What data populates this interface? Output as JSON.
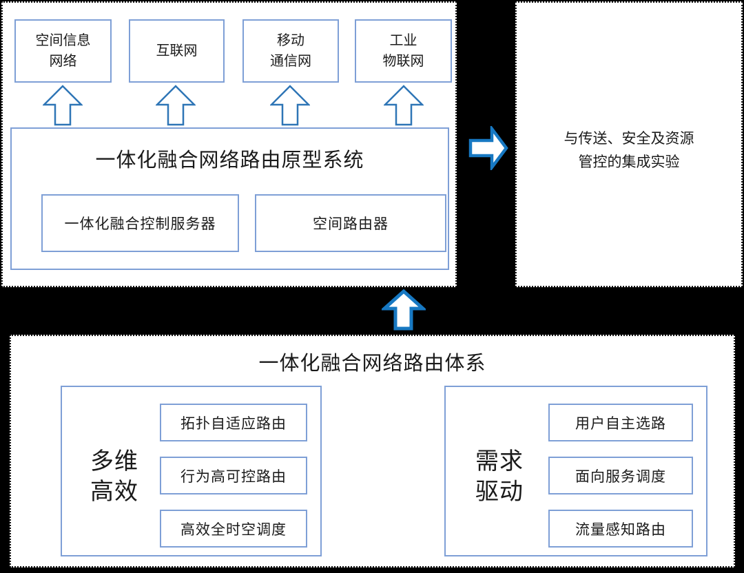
{
  "canvas": {
    "background": "#000000"
  },
  "colors": {
    "panel_fill": "#ffffff",
    "panel_dotted_border": "#161616",
    "box_border_blue": "#7E9FD6",
    "thin_arrow_stroke": "#2E75B6",
    "thick_arrow_stroke": "#1778C2",
    "text": "#1a1a1a"
  },
  "prototype_panel": {
    "networks": [
      {
        "label": "空间信息\n网络"
      },
      {
        "label": "互联网"
      },
      {
        "label": "移动\n通信网"
      },
      {
        "label": "工业\n物联网"
      }
    ],
    "system": {
      "title": "一体化融合网络路由原型系统",
      "components": [
        {
          "label": "一体化融合控制服务器"
        },
        {
          "label": "空间路由器"
        }
      ]
    }
  },
  "experiment_panel": {
    "text": "与传送、安全及资源\n管控的集成实验"
  },
  "architecture_panel": {
    "title": "一体化融合网络路由体系",
    "groups": [
      {
        "label": "多维\n高效",
        "items": [
          {
            "label": "拓扑自适应路由"
          },
          {
            "label": "行为高可控路由"
          },
          {
            "label": "高效全时空调度"
          }
        ]
      },
      {
        "label": "需求\n驱动",
        "items": [
          {
            "label": "用户自主选路"
          },
          {
            "label": "面向服务调度"
          },
          {
            "label": "流量感知路由"
          }
        ]
      }
    ]
  },
  "icons": {
    "up_arrow_small": "outline block arrow pointing up",
    "up_arrow_big": "thick outline block arrow pointing up",
    "right_arrow": "thick outline block arrow pointing right"
  }
}
